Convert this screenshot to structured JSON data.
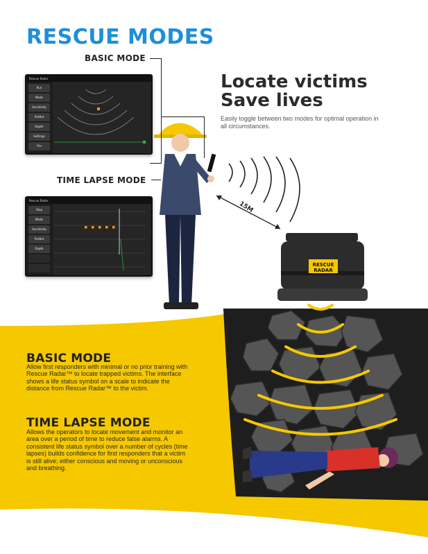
{
  "page": {
    "title": "RESCUE MODES",
    "headline_line1": "Locate victims",
    "headline_line2": "Save lives",
    "headline_desc": "Easily toggle between two modes for optimal operation in all circumstances.",
    "distance_label": "15M",
    "device_label_line1": "RESCUE",
    "device_label_line2": "RADAR"
  },
  "modes": {
    "basic": {
      "tag": "BASIC MODE",
      "title": "BASIC MODE",
      "text": "Allow first responders with minimal or no prior training with Rescue Radar™ to locate trapped victims. The interface shows a life status symbol on a scale to indicate the distance from Rescue Radar™ to the victim."
    },
    "time_lapse": {
      "tag": "TIME LAPSE MODE",
      "title": "TIME LAPSE MODE",
      "text": "Allows the operators to locate movement and monitor an area over a period of time to reduce false alarms. A consistent life status symbol over a number of cycles (time lapses) builds confidence for first responders that a victim is still alive; either conscious and moving or unconscious and breathing."
    }
  },
  "screens": {
    "app_name": "Rescue Radar",
    "basic_buttons": [
      "Run",
      "Mode",
      "Sensitivity",
      "Pulldot",
      "Depth",
      "Settings",
      "File"
    ],
    "lapse_buttons": [
      "Stop",
      "Mode",
      "Sensitivity",
      "Pulldot",
      "Depth"
    ]
  },
  "colors": {
    "title_blue": "#1e8fd9",
    "hazard_yellow": "#f6c800",
    "dark": "#222222"
  }
}
